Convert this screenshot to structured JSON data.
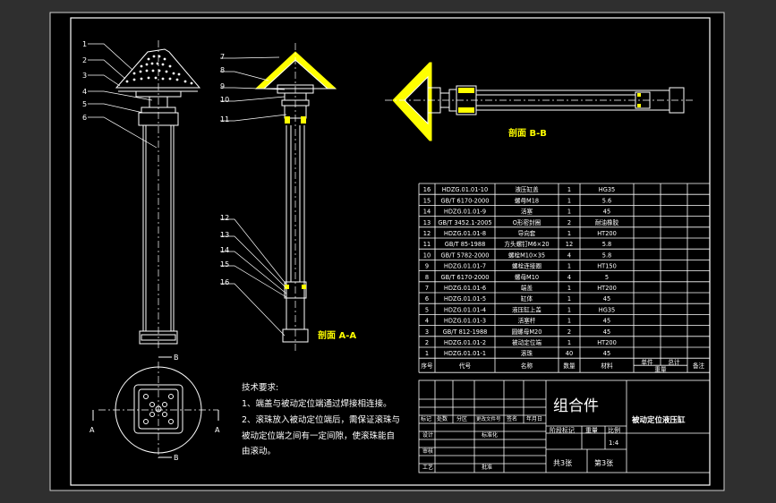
{
  "part_labels_left": [
    "1",
    "2",
    "3",
    "4",
    "5",
    "6"
  ],
  "part_labels_mid_top": [
    "7",
    "8",
    "9",
    "10",
    "11"
  ],
  "part_labels_mid_bottom": [
    "12",
    "13",
    "14",
    "15",
    "16"
  ],
  "section_labels": {
    "aa": "剖面 A-A",
    "bb": "剖面 B-B"
  },
  "section_markers": {
    "a": "A",
    "b": "B"
  },
  "tech_requirements": {
    "title": "技术要求:",
    "lines": [
      "1、端盖与被动定位端通过焊接相连接。",
      "2、滚珠放入被动定位端后，需保证滚珠与",
      "被动定位端之间有一定间隙，使滚珠能自",
      "由滚动。"
    ]
  },
  "bom": {
    "headers": [
      "序号",
      "代号",
      "名称",
      "数量",
      "材料",
      "单件",
      "总计",
      "备注"
    ],
    "weight_header": "重量",
    "rows": [
      [
        "16",
        "HDZG.01.01-10",
        "液压缸盖",
        "1",
        "HG35"
      ],
      [
        "15",
        "GB/T 6170-2000",
        "螺母M18",
        "1",
        "5.6"
      ],
      [
        "14",
        "HDZG.01.01-9",
        "活塞",
        "1",
        "45"
      ],
      [
        "13",
        "GB/T 3452.1-2005",
        "O形密封圈",
        "2",
        "耐油橡胶"
      ],
      [
        "12",
        "HDZG.01.01-8",
        "导向套",
        "1",
        "HT200"
      ],
      [
        "11",
        "GB/T 85-1988",
        "方头螺钉M6×20",
        "12",
        "5.8"
      ],
      [
        "10",
        "GB/T 5782-2000",
        "螺栓M10×35",
        "4",
        "5.8"
      ],
      [
        "9",
        "HDZG.01.01-7",
        "螺栓连接圈",
        "1",
        "HT150"
      ],
      [
        "8",
        "GB/T 6170-2000",
        "螺母M10",
        "4",
        "5"
      ],
      [
        "7",
        "HDZG.01.01-6",
        "端盖",
        "1",
        "HT200"
      ],
      [
        "6",
        "HDZG.01.01-5",
        "缸体",
        "1",
        "45"
      ],
      [
        "5",
        "HDZG.01.01-4",
        "液压缸上盖",
        "1",
        "HG35"
      ],
      [
        "4",
        "HDZG.01.01-3",
        "活塞杆",
        "1",
        "45"
      ],
      [
        "3",
        "GB/T 812-1988",
        "圆螺母M20",
        "2",
        "45"
      ],
      [
        "2",
        "HDZG.01.01-2",
        "被动定位端",
        "1",
        "HT200"
      ],
      [
        "1",
        "HDZG.01.01-1",
        "滚珠",
        "40",
        "45"
      ]
    ]
  },
  "title_block": {
    "name": "组合件",
    "drawing_title": "被动定位液压缸",
    "row_labels": [
      "标记",
      "处数",
      "分区",
      "更改文件号",
      "签名",
      "年月日"
    ],
    "design": "设计",
    "standardization": "标准化",
    "check": "审核",
    "process": "工艺",
    "approve": "批准",
    "stage_mark": "阶段标记",
    "weight": "重量",
    "scale_label": "比例",
    "scale": "1:4",
    "sheets_total": "共3张",
    "sheet_no": "第3张"
  },
  "colors": {
    "outline": "#ffffff",
    "highlight": "#ffff00",
    "background": "#000000",
    "margin": "#2f2f2f"
  }
}
